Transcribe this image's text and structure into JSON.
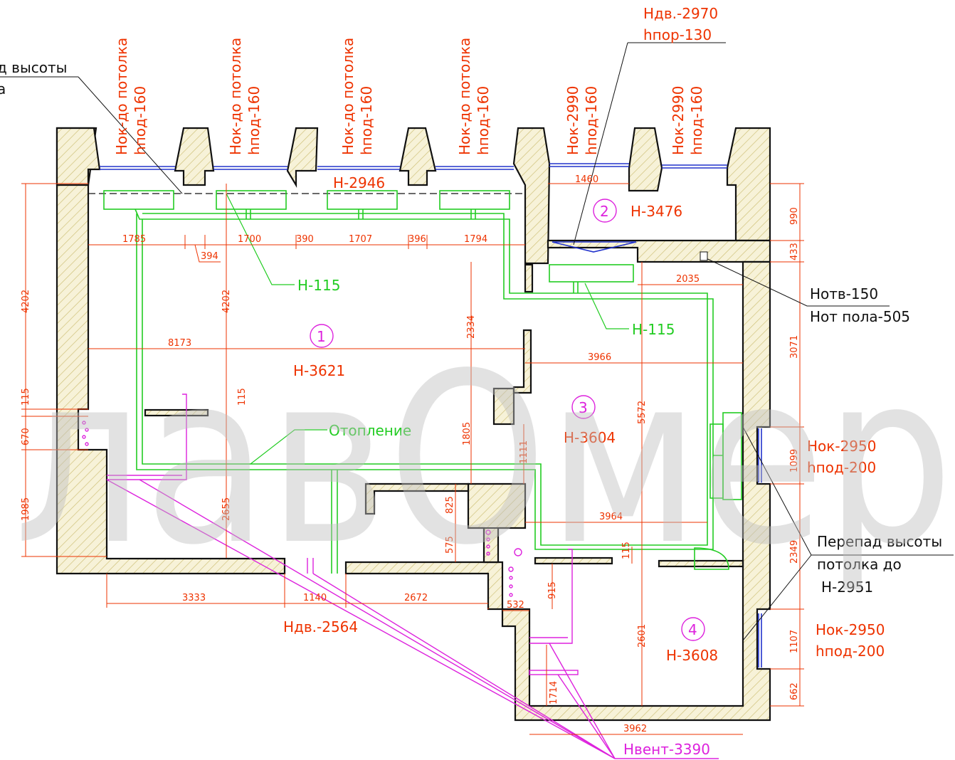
{
  "colors": {
    "wall_outline": "#111111",
    "wall_hatch": "#cfc27a",
    "wall_fill": "#f5f0d4",
    "dimension": "#ee3300",
    "heating": "#22cc22",
    "ventilation": "#dd22dd",
    "window_glass": "#2233cc",
    "watermark": "#bfbfbf"
  },
  "watermark": "лавОмер",
  "top_labels": {
    "window_1": [
      "Нок-до потолка",
      "hпод-160"
    ],
    "window_2": [
      "Нок-до потолка",
      "hпод-160"
    ],
    "window_3": [
      "Нок-до потолка",
      "hпод-160"
    ],
    "window_4": [
      "Нок-до потолка",
      "hпод-160"
    ],
    "window_5": [
      "Нок-2990",
      "hпод-160"
    ],
    "window_6": [
      "Нок-2990",
      "hпод-160"
    ],
    "door_top": [
      "Hдв.-2970",
      "hпор-130"
    ],
    "left_cut": [
      "д высоты",
      "а"
    ]
  },
  "rooms": {
    "r1": {
      "num": "1",
      "height": "H-3621"
    },
    "r2": {
      "num": "2",
      "height": "H-3476"
    },
    "r3": {
      "num": "3",
      "height": "H-3604"
    },
    "r4": {
      "num": "4",
      "height": "H-3608"
    }
  },
  "labels": {
    "ceiling_strip": "H-2946",
    "heating_h_1": "H-115",
    "heating_h_2": "H-115",
    "heating": "Отопление",
    "outlet_1": "Нотв-150",
    "outlet_2": "Нот пола-505",
    "window_right_1": [
      "Нок-2950",
      "hпод-200"
    ],
    "window_right_2": [
      "Нок-2950",
      "hпод-200"
    ],
    "ceiling_drop": [
      "Перепад высоты",
      "потолка до",
      "H-2951"
    ],
    "door_bottom": "Hдв.-2564",
    "vent": "Hвент-3390"
  },
  "dims": {
    "d1785": "1785",
    "d1700": "1700",
    "d390": "390",
    "d1707": "1707",
    "d396": "396",
    "d1794": "1794",
    "d394": "394",
    "d1460": "1460",
    "d4202a": "4202",
    "d4202b": "4202",
    "d8173": "8173",
    "d2334": "2334",
    "d3966": "3966",
    "d2035": "2035",
    "d990": "990",
    "d433": "433",
    "d3071": "3071",
    "d5572": "5572",
    "d115a": "115",
    "d115b": "115",
    "d670": "670",
    "d1985": "1985",
    "d2655": "2655",
    "d1805": "1805",
    "d1111": "1111",
    "d825": "825",
    "d575": "575",
    "d3964": "3964",
    "d115c": "115",
    "d1099": "1099",
    "d2349": "2349",
    "d1107": "1107",
    "d662": "662",
    "d3333": "3333",
    "d1140": "1140",
    "d2672": "2672",
    "d532": "532",
    "d915": "915",
    "d2601": "2601",
    "d1714": "1714",
    "d3962": "3962"
  }
}
